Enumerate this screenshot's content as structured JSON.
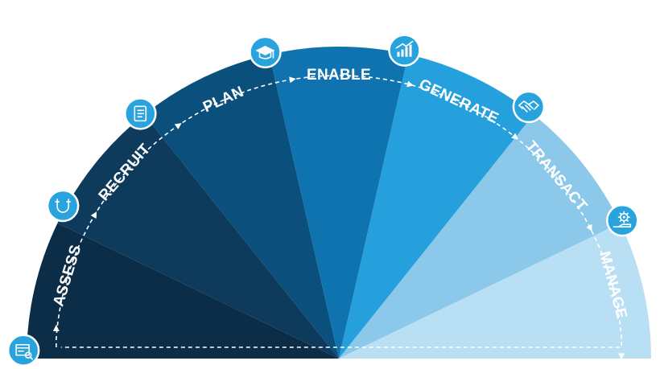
{
  "diagram": {
    "stages": [
      {
        "id": "assess",
        "label": "ASSESS",
        "icon": "browser-search-icon",
        "color": "#0c2d48"
      },
      {
        "id": "recruit",
        "label": "RECRUIT",
        "icon": "magnet-icon",
        "color": "#0e3a5c"
      },
      {
        "id": "plan",
        "label": "PLAN",
        "icon": "notebook-icon",
        "color": "#0b4f7c"
      },
      {
        "id": "enable",
        "label": "ENABLE",
        "icon": "graduation-cap-icon",
        "color": "#0f73b0"
      },
      {
        "id": "generate",
        "label": "GENERATE",
        "icon": "growth-chart-icon",
        "color": "#26a0dc"
      },
      {
        "id": "transact",
        "label": "TRANSACT",
        "icon": "handshake-icon",
        "color": "#8cc8ea"
      },
      {
        "id": "manage",
        "label": "MANAGE",
        "icon": "gear-hand-icon",
        "color": "#b8dff4"
      }
    ],
    "arrow_color": "#ffffff",
    "badge_color": "#29a3dd"
  }
}
